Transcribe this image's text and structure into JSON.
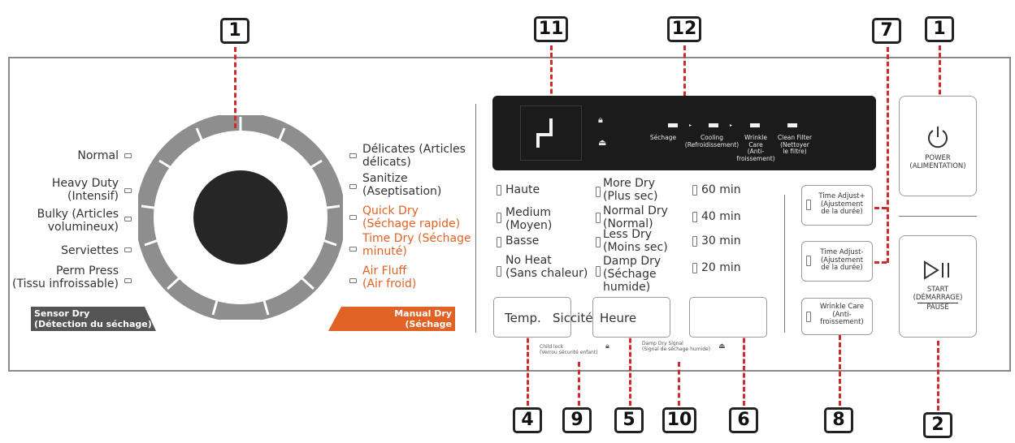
{
  "callouts": {
    "c1_dial": "1",
    "c11": "11",
    "c12": "12",
    "c7": "7",
    "c1_power": "1",
    "c4": "4",
    "c9": "9",
    "c5": "5",
    "c10": "10",
    "c6": "6",
    "c8": "8",
    "c2": "2"
  },
  "sensor_programs": [
    {
      "line1": "Normal",
      "line2": ""
    },
    {
      "line1": "Heavy Duty",
      "line2": "(Intensif)"
    },
    {
      "line1": "Bulky (Articles",
      "line2": "volumineux)"
    },
    {
      "line1": "Serviettes",
      "line2": ""
    },
    {
      "line1": "Perm Press",
      "line2": "(Tissu infroissable)"
    }
  ],
  "manual_programs": [
    {
      "line1": "Délicates (Articles",
      "line2": "délicats)",
      "highlight": false
    },
    {
      "line1": "Sanitize",
      "line2": "(Aseptisation)",
      "highlight": false
    },
    {
      "line1": "Quick Dry",
      "line2": "(Séchage rapide)",
      "highlight": true
    },
    {
      "line1": "Time Dry (Séchage",
      "line2": "minuté)",
      "highlight": true
    },
    {
      "line1": "Air Fluff",
      "line2": "(Air froid)",
      "highlight": true
    }
  ],
  "tags": {
    "sensor_line1": "Sensor Dry",
    "sensor_line2": "(Détection du séchage)",
    "manual_line1": "Manual Dry",
    "manual_line2": "(Séchage manuel)"
  },
  "colors": {
    "accent_orange": "#e06224",
    "callout_leader": "#d02a2a",
    "display_bg": "#1b1b1b",
    "sensor_tag": "#555555"
  },
  "display": {
    "digit": "ᒧ",
    "steps": [
      {
        "label1": "Séchage",
        "label2": "",
        "label3": ""
      },
      {
        "label1": "Cooling",
        "label2": "(Refroidissement)",
        "label3": ""
      },
      {
        "label1": "Wrinkle",
        "label2": "Care",
        "label3": "(Anti-",
        "label4": "froissement)"
      },
      {
        "label1": "Clean Filter",
        "label2": "(Nettoyer",
        "label3": "le filtre)"
      }
    ]
  },
  "temp_options": [
    {
      "line1": "Haute",
      "line2": ""
    },
    {
      "line1": "Medium",
      "line2": "(Moyen)"
    },
    {
      "line1": "Basse",
      "line2": ""
    },
    {
      "line1": "No Heat",
      "line2": "(Sans chaleur)"
    }
  ],
  "dry_options": [
    {
      "line1": "More Dry",
      "line2": "(Plus sec)",
      "line3": ""
    },
    {
      "line1": "Normal Dry",
      "line2": "(Normal)",
      "line3": ""
    },
    {
      "line1": "Less Dry",
      "line2": "(Moins sec)",
      "line3": ""
    },
    {
      "line1": "Damp Dry",
      "line2": "(Séchage",
      "line3": "humide)"
    }
  ],
  "time_options": [
    "60 min",
    "40 min",
    "30 min",
    "20 min"
  ],
  "buttons": {
    "temp": "Temp.",
    "siccite": "Siccité",
    "heure": "Heure",
    "child_lock_note1": "Child lock",
    "child_lock_note2": "(Verrou sécurité enfant)",
    "damp_signal_note1": "Damp Dry Signal",
    "damp_signal_note2": "(Signal de séchage humide)"
  },
  "side_buttons": {
    "time_plus": {
      "line1": "Time Adjust+",
      "line2": "(Ajustement",
      "line3": "de la durée)"
    },
    "time_minus": {
      "line1": "Time Adjust-",
      "line2": "(Ajustement",
      "line3": "de la durée)"
    },
    "wrinkle": {
      "line1": "Wrinkle Care",
      "line2": "(Anti-",
      "line3": "froissement)"
    }
  },
  "power": {
    "line1": "POWER",
    "line2": "(ALIMENTATION)"
  },
  "start": {
    "line1": "START",
    "line2": "(DÉMARRAGE)",
    "line3": "PAUSE"
  }
}
